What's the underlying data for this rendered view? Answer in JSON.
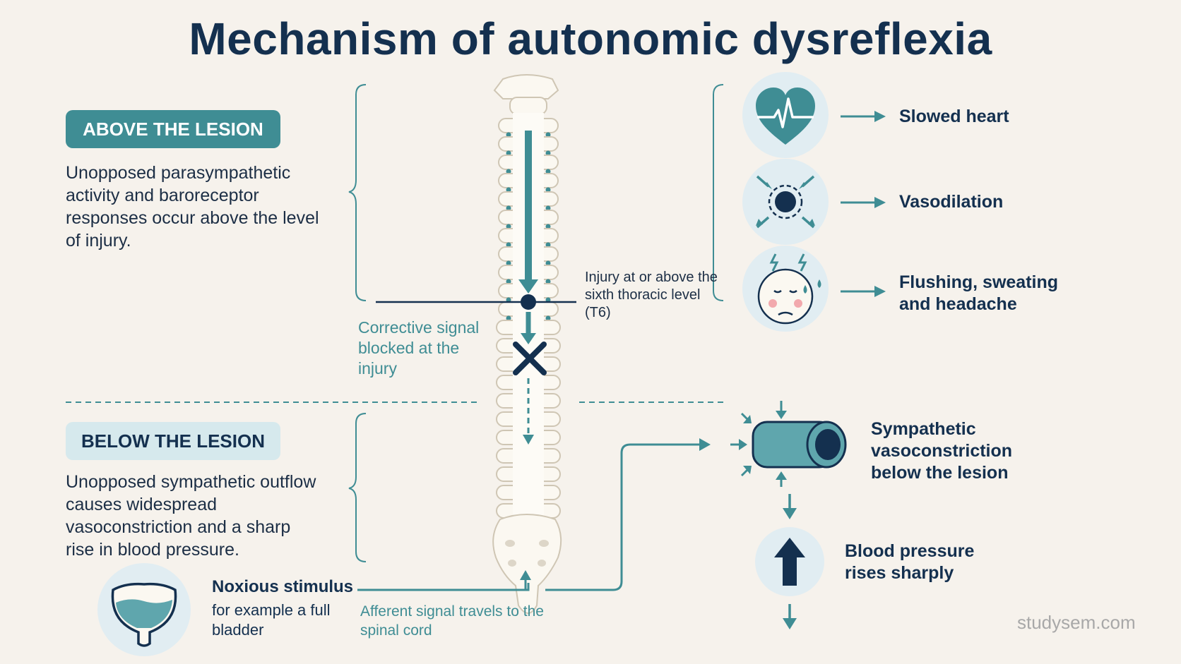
{
  "title": "Mechanism of autonomic dysreflexia",
  "above": {
    "heading": "ABOVE THE LESION",
    "description": "Unopposed parasympathetic activity and baroreceptor responses occur above the level of injury."
  },
  "below": {
    "heading": "BELOW THE LESION",
    "description": "Unopposed sympathetic outflow causes widespread vasoconstriction and a sharp rise in blood pressure."
  },
  "spine": {
    "injury_label": "Injury at or above the sixth thoracic level (T6)",
    "corrective_signal": "Corrective signal blocked at the injury",
    "afferent_signal": "Afferent signal travels to the spinal cord"
  },
  "effects_above": [
    {
      "label": "Slowed heart",
      "icon": "heart-pulse-icon"
    },
    {
      "label": "Vasodilation",
      "icon": "dilated-vessel-icon"
    },
    {
      "label": "Flushing, sweating and headache",
      "icon": "flushed-face-icon"
    }
  ],
  "effects_below": [
    {
      "label": "Sympathetic vasoconstriction below the lesion",
      "icon": "constricted-vessel-icon"
    },
    {
      "label": "Blood pressure rises sharply",
      "icon": "up-arrow-icon"
    }
  ],
  "stimulus": {
    "title": "Noxious stimulus",
    "subtitle": "for example a full bladder",
    "icon": "bladder-icon"
  },
  "watermark": "studysem.com",
  "colors": {
    "background": "#f6f2ec",
    "teal": "#3f8d94",
    "navy": "#14304f",
    "light_circle": "#e1edf2",
    "bone": "#fbf8f1"
  }
}
